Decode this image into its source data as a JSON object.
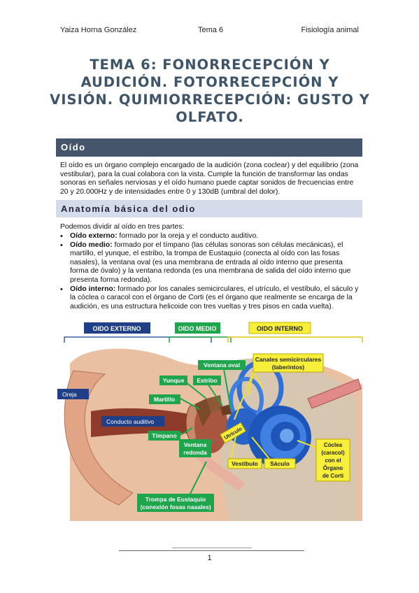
{
  "header": {
    "author": "Yaiza Horna González",
    "topic": "Tema 6",
    "subject": "Fisiología animal"
  },
  "title": "TEMA 6: FONORRECEPCIÓN Y AUDICIÓN. FOTORRECEPCIÓN Y VISIÓN. QUIMIORRECEPCIÓN: GUSTO Y OLFATO.",
  "section1": {
    "heading": "Oído",
    "paragraph": "El oído es un órgano complejo encargado de la audición (zona coclear) y del equilibrio (zona vestibular), para la cual colabora con la vista. Cumple la función de transformar las ondas sonoras en señales nerviosas y el oído humano puede captar sonidos de frecuencias entre 20 y 20.000Hz y de intensidades entre 0 y 130dB (umbral del dolor)."
  },
  "section2": {
    "heading": "Anatomía básica del odio",
    "intro": "Podemos dividir al oído en tres partes:",
    "items": [
      {
        "term": "Oído externo:",
        "text": " formado por la oreja y el conducto auditivo."
      },
      {
        "term": "Oído medio:",
        "text": " formado por el tímpano (las células sonoras son células mecánicas), el martillo, el yunque, el estribo, la trompa de Eustaquio (conecta al oído con las fosas nasales), la ventana oval (es una membrana de entrada al oído interno que presenta forma de óvalo) y la ventana redonda (es una membrana de salida del oído interno que presenta forma redonda)."
      },
      {
        "term": "Oído interno:",
        "text": " formado por los canales semicirculares, el utrículo, el vestíbulo, el sáculo y la cóclea o caracol con el órgano de Corti (es el órgano que realmente se encarga de la audición, es una estructura helicoide con tres vueltas y tres pisos en cada vuelta)."
      }
    ]
  },
  "figure": {
    "regions": {
      "external": "OIDO EXTERNO",
      "middle": "OIDO MEDIO",
      "internal": "OIDO INTERNO"
    },
    "labels": {
      "oreja": "Oreja",
      "conducto": "Conducto auditivo",
      "martillo": "Martillo",
      "yunque": "Yunque",
      "estribo": "Estribo",
      "ventana_oval": "Ventana oval",
      "timpano": "Tímpano",
      "ventana_redonda_1": "Ventana",
      "ventana_redonda_2": "redonda",
      "trompa_1": "Trompa de Eustaquio",
      "trompa_2": "(conexión fosas nasales)",
      "canales_1": "Canales semicirculares",
      "canales_2": "(laberintos)",
      "utriculo": "Utrículo",
      "vestibulo": "Vestíbulo",
      "saculo": "Sáculo",
      "coclea_1": "Cóclea",
      "coclea_2": "(caracol)",
      "coclea_3": "con el",
      "coclea_4": "Órgano",
      "coclea_5": "de Corti"
    },
    "colors": {
      "blue": "#1f3f87",
      "green": "#1fa54c",
      "yellow": "#f7ef3a"
    }
  },
  "footer": {
    "page": "1"
  }
}
